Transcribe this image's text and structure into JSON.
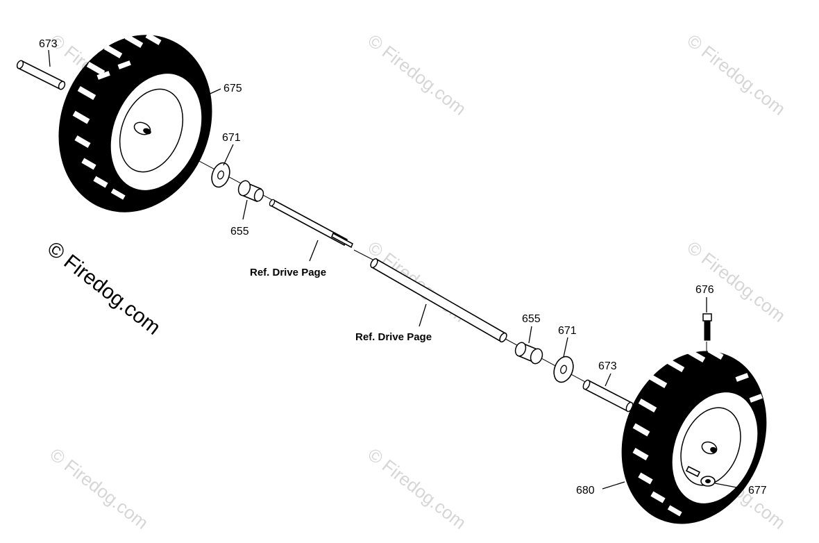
{
  "callouts": {
    "c673_top": "673",
    "c675": "675",
    "c671_top": "671",
    "c655_top": "655",
    "ref_drive_1": "Ref. Drive Page",
    "ref_drive_2": "Ref. Drive Page",
    "c676": "676",
    "c655_bot": "655",
    "c671_bot": "671",
    "c673_bot": "673",
    "c680": "680",
    "c677": "677"
  },
  "watermark": {
    "text": "© Firedog.com"
  }
}
